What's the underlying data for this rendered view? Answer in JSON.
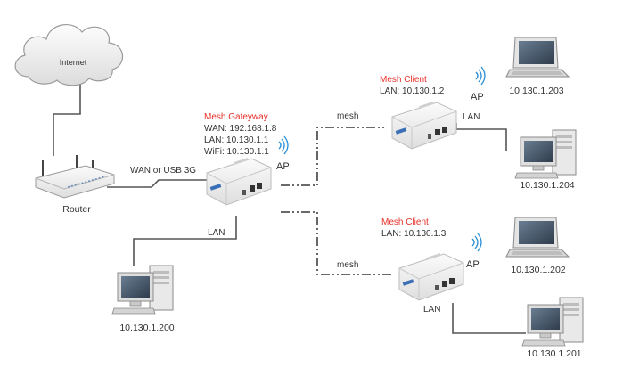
{
  "colors": {
    "title_red": "#e8302a",
    "wire": "#555555",
    "wifi": "#2a8fd6",
    "device_body": "#f2f2f2",
    "device_edge": "#bcbcbc"
  },
  "internet": {
    "label": "Internet",
    "icon": "cloud-icon"
  },
  "router": {
    "label": "Router",
    "icon": "router-icon"
  },
  "links": {
    "wan_label": "WAN or USB 3G",
    "lan_gateway": "LAN",
    "lan_client1": "LAN",
    "lan_client2": "LAN",
    "mesh_upper": "mesh",
    "mesh_lower": "mesh"
  },
  "gateway": {
    "title": "Mesh Gateyway",
    "wan": "WAN: 192.168.1.8",
    "lan": "LAN: 10.130.1.1",
    "wifi": "WiFi: 10.130.1.1",
    "ap": "AP"
  },
  "client1": {
    "title": "Mesh Client",
    "lan": "LAN: 10.130.1.2",
    "ap": "AP"
  },
  "client2": {
    "title": "Mesh Client",
    "lan": "LAN: 10.130.1.3",
    "ap": "AP"
  },
  "hosts": {
    "desktop_gateway": "10.130.1.200",
    "laptop_client1": "10.130.1.203",
    "desktop_client1": "10.130.1.204",
    "laptop_client2": "10.130.1.202",
    "desktop_client2": "10.130.1.201"
  }
}
